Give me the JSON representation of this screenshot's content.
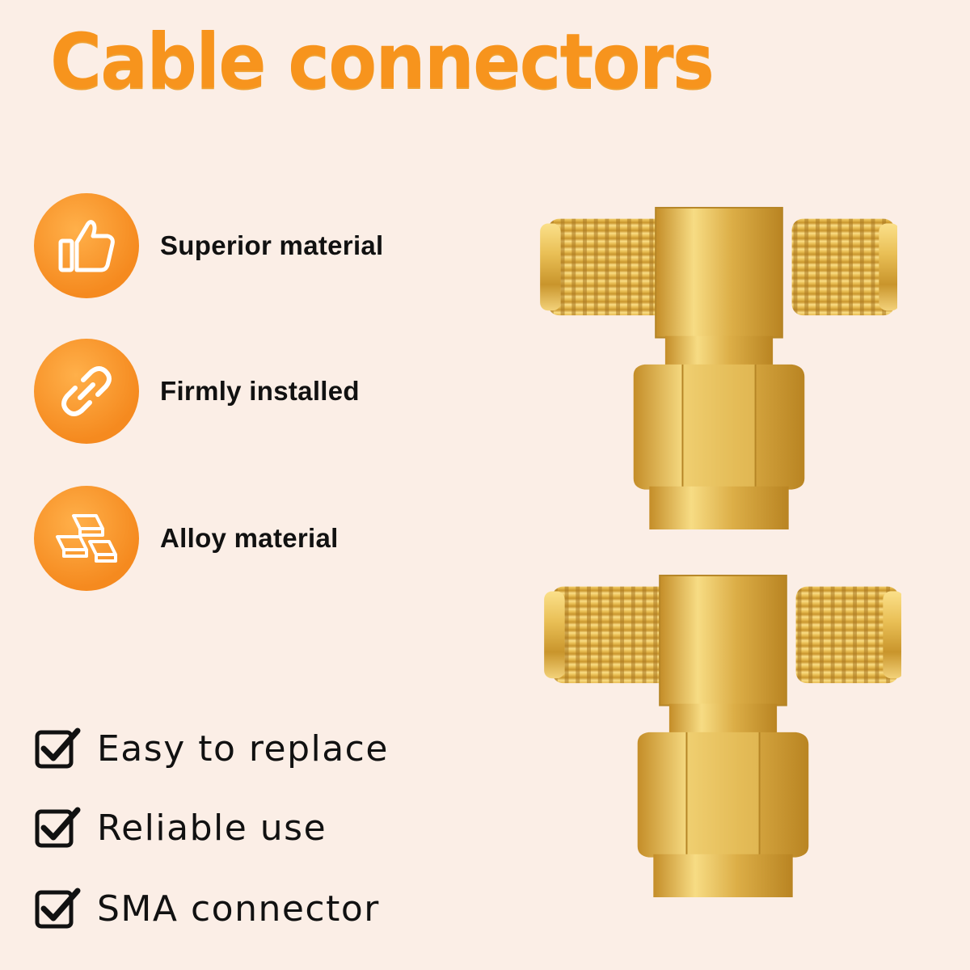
{
  "title": "Cable connectors",
  "features": [
    {
      "label": "Superior material",
      "icon": "thumbs-up-icon"
    },
    {
      "label": "Firmly installed",
      "icon": "chain-link-icon"
    },
    {
      "label": "Alloy material",
      "icon": "gold-bars-icon"
    }
  ],
  "checklist": [
    {
      "label": "Easy to replace",
      "icon": "checkbox-checked-icon"
    },
    {
      "label": "Reliable use",
      "icon": "checkbox-checked-icon"
    },
    {
      "label": "SMA connector",
      "icon": "checkbox-checked-icon"
    }
  ],
  "colors": {
    "accent": "#f7941d",
    "background": "#fbeee6",
    "gold": "#d9a93a"
  }
}
